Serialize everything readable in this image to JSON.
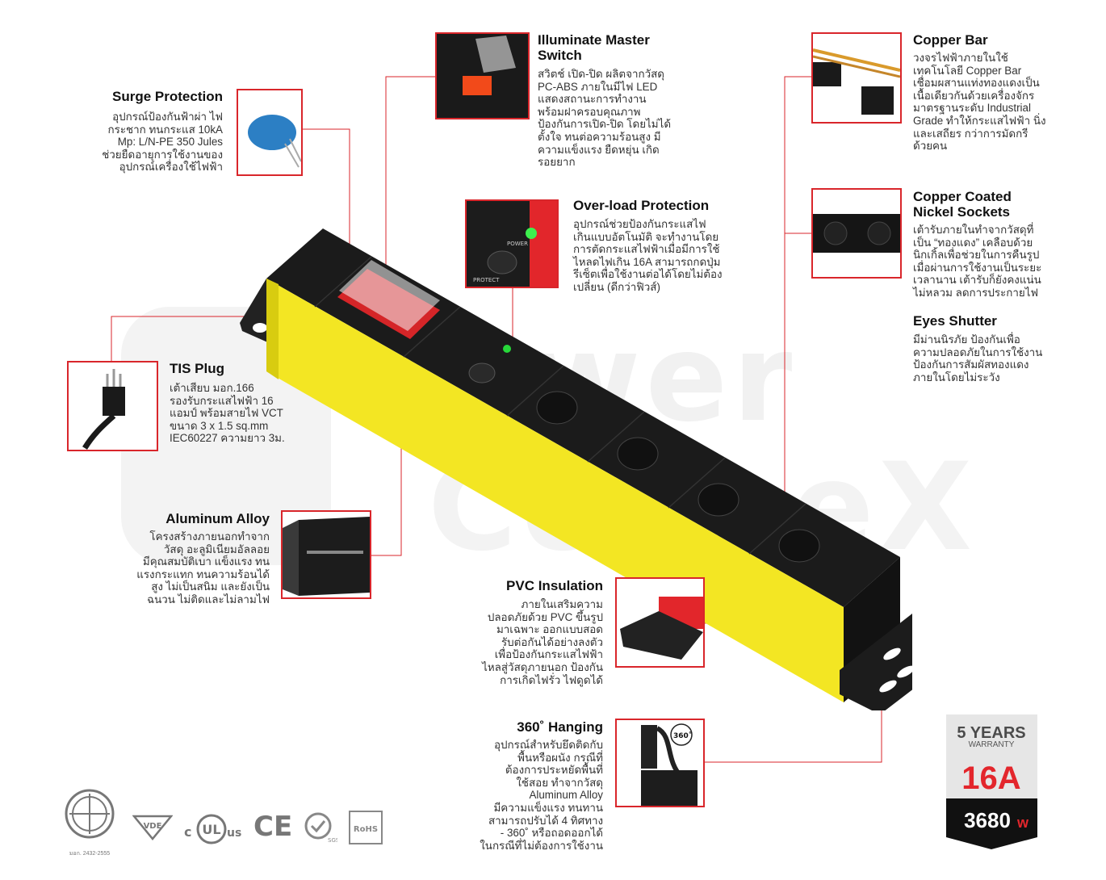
{
  "watermark": {
    "line1": "PowerConneX"
  },
  "features": {
    "surge": {
      "title": "Surge Protection",
      "body": "อุปกรณ์ป้องกันฟ้าผ่า ไฟ\nกระชาก ทนกระแส  10kA\nMp: L/N-PE 350 Jules\nช่วยยืดอายุการใช้งานของ\nอุปกรณ์เครื่องใช้ไฟฟ้า"
    },
    "switch": {
      "title": "Illuminate Master\nSwitch",
      "body": "สวิตช์ เปิด-ปิด ผลิตจากวัสดุ\nPC-ABS ภายในมีไฟ LED\nแสดงสถานะการทำงาน\nพร้อมฝาครอบคุณภาพ\nป้องกันการเปิด-ปิด โดยไม่ได้\nตั้งใจ ทนต่อความร้อนสูง มี\nความแข็งแรง ยืดหยุ่น เกิด\nรอยยาก"
    },
    "overload": {
      "title": "Over-load Protection",
      "body": "อุปกรณ์ช่วยป้องกันกระแสไฟ\nเกินแบบอัตโนมัติ จะทำงานโดย\nการตัดกระแสไฟฟ้าเมื่อมีการใช้\nไหลดไฟเกิน 16A สามารถกดปุ่ม\nรีเซ็ตเพื่อใช้งานต่อได้โดยไม่ต้อง\nเปลี่ยน (ดีกว่าฟิวส์)"
    },
    "copper": {
      "title": "Copper Bar",
      "body": "วงจรไฟฟ้าภายในใช้\nเทคโนโลยี Copper Bar\nเชื่อมผสานแท่งทองแดงเป็น\nเนื้อเดียวกันด้วยเครื่องจักร\nมาตรฐานระดับ Industrial\nGrade ทำให้กระแสไฟฟ้า นิ่ง\nและเสถียร กว่าการมัดกรี\nด้วยคน"
    },
    "nickel": {
      "title": "Copper Coated\nNickel Sockets",
      "body": "เต้ารับภายในทำจากวัสดุที่\nเป็น “ทองแดง” เคลือบด้วย\nนิกเกิ้ลเพื่อช่วยในการคืนรูป\nเมื่อผ่านการใช้งานเป็นระยะ\nเวลานาน เต้ารับก็ยังคงแน่น\nไม่หลวม ลดการประกายไฟ"
    },
    "shutter": {
      "title": "Eyes Shutter",
      "body": "มีม่านนิรภัย ป้องกันเพื่อ\nความปลอดภัยในการใช้งาน\nป้องกันการสัมผัสทองแดง\nภายในโดยไม่ระวัง"
    },
    "plug": {
      "title": "TIS Plug",
      "body": "เต้าเสียบ มอก.166\nรองรับกระแสไฟฟ้า 16\nแอมป์ พร้อมสายไฟ VCT\nขนาด 3 x 1.5 sq.mm\nIEC60227 ความยาว 3ม."
    },
    "aluminum": {
      "title": "Aluminum Alloy",
      "body": "โครงสร้างภายนอกทำจาก\nวัสดุ อะลูมิเนียมอัลลอย\nมีคุณสมบัติเบา แข็งแรง ทน\nแรงกระแทก ทนความร้อนได้\nสูง ไม่เป็นสนิม และยังเป็น\nฉนวน ไม่ติดและไม่ลามไฟ"
    },
    "pvc": {
      "title": "PVC Insulation",
      "body": "ภายในเสริมความ\nปลอดภัยด้วย PVC ขึ้นรูป\nมาเฉพาะ ออกแบบสอด\nรับต่อกันได้อย่างลงตัว\nเพื่อป้องกันกระแสไฟฟ้า\nไหลสู่วัสดุภายนอก ป้องกัน\nการเกิดไฟรั่ว ไฟดูดได้"
    },
    "hanging": {
      "title": "360˚ Hanging",
      "body": "อุปกรณ์สำหรับยึดติดกับ\nพื้นหรือผนัง กรณีที่\nต้องการประหยัดพื้นที่\nใช้สอย ทำจากวัสดุ\nAluminum Alloy\nมีความแข็งแรง ทนทาน\nสามารถปรับได้ 4 ทิศทาง\n- 360˚ หรือถอดออกได้\nในกรณีที่ไม่ต้องการใช้งาน"
    }
  },
  "product": {
    "brand": "Power ConneX",
    "power_label": "POWER",
    "protect_label": "PROTECT",
    "socket_count": 4,
    "body_color": "#f3e623"
  },
  "hanging_thumb": {
    "label": "360˚"
  },
  "badge": {
    "years": "5 YEARS",
    "warranty": "WARRANTY",
    "amps": "16A",
    "watts": "3680",
    "watts_unit": "w"
  },
  "certs": {
    "tis_number": "มอก. 2432-2555",
    "vde": "VDE",
    "ul_c": "c",
    "ul_us": "us",
    "ce": "CE",
    "sgs": "SGS",
    "rohs": "RoHS"
  },
  "colors": {
    "accent": "#d9262b",
    "yellow": "#f3e623",
    "badge_red": "#e3262c",
    "dark": "#1d1d1d"
  }
}
